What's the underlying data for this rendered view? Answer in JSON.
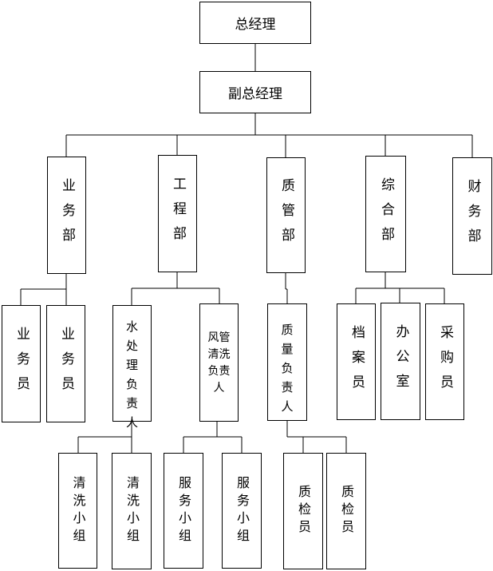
{
  "nodes": {
    "gm": "总经理",
    "deputy": "副总经理",
    "dept_business": "业务部",
    "dept_engineering": "工程部",
    "dept_quality": "质管部",
    "dept_general": "综合部",
    "dept_finance": "财务部",
    "salesman_1": "业务员",
    "salesman_2": "业务员",
    "water_lead": "水处理负责人",
    "duct_lead": "风管清洗负责人",
    "quality_lead": "质量负责人",
    "archivist": "档案员",
    "office": "办公室",
    "purchaser": "采购员",
    "cleaning_team_1": "清洗小组",
    "cleaning_team_2": "清洗小组",
    "service_team_1": "服务小组",
    "service_team_2": "服务小组",
    "inspector_1": "质检员",
    "inspector_2": "质检员"
  }
}
